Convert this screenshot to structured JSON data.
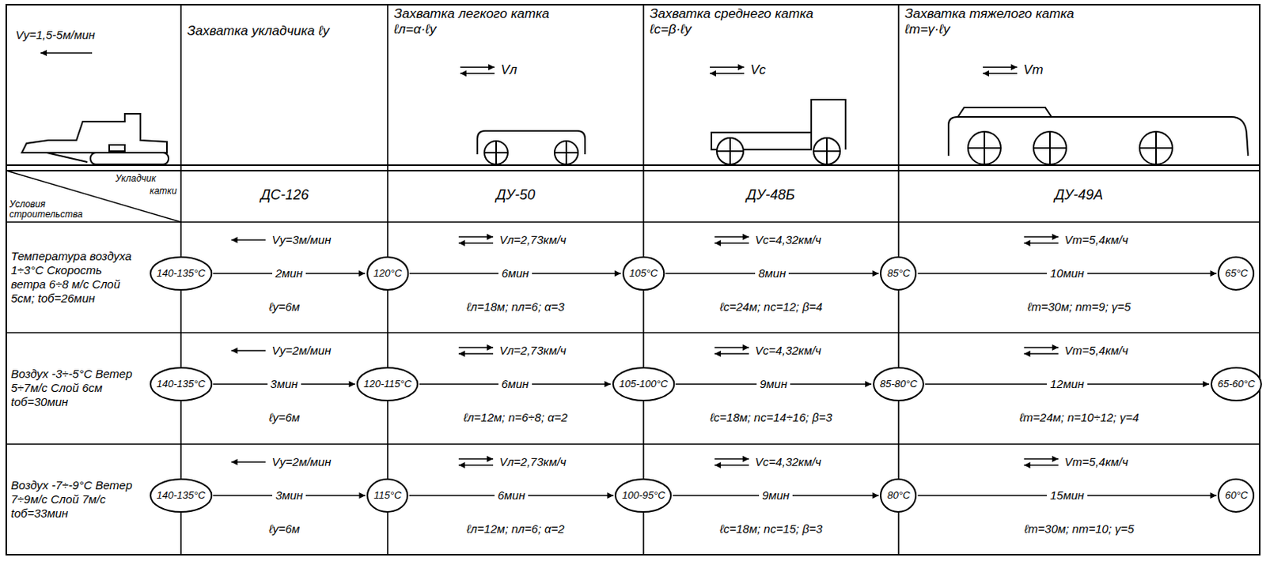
{
  "diagram": {
    "nodes": [
      {
        "text": [
          "140-135°С"
        ]
      },
      {
        "text": [
          "120°С"
        ]
      },
      {
        "text": [
          "105°С"
        ]
      },
      {
        "text": [
          "85°С"
        ]
      },
      {
        "text": [
          "65°С"
        ]
      },
      {
        "text": [
          "140-135°С"
        ]
      },
      {
        "text": [
          "120-115°С"
        ]
      },
      {
        "text": [
          "105-100°С"
        ]
      },
      {
        "text": [
          "85-80°С"
        ]
      },
      {
        "text": [
          "65-60°С"
        ]
      },
      {
        "text": [
          "140-135°С"
        ]
      },
      {
        "text": [
          "115°С"
        ]
      },
      {
        "text": [
          "100-95°С"
        ]
      },
      {
        "text": [
          "80°С"
        ]
      },
      {
        "text": [
          "60°С"
        ]
      }
    ],
    "edges": [
      {
        "from": 0,
        "to": 1,
        "arrow": "to",
        "label": "2мин"
      },
      {
        "from": 1,
        "to": 2,
        "arrow": "to",
        "label": "6мин"
      },
      {
        "from": 2,
        "to": 3,
        "arrow": "to",
        "label": "8мин"
      },
      {
        "from": 3,
        "to": 4,
        "arrow": "to",
        "label": "10мин"
      },
      {
        "from": 5,
        "to": 6,
        "arrow": "to",
        "label": "3мин"
      },
      {
        "from": 6,
        "to": 7,
        "arrow": "to",
        "label": "6мин"
      },
      {
        "from": 7,
        "to": 8,
        "arrow": "to",
        "label": "9мин"
      },
      {
        "from": 8,
        "to": 9,
        "arrow": "to",
        "label": "12мин"
      },
      {
        "from": 10,
        "to": 11,
        "arrow": "to",
        "label": "3мин"
      },
      {
        "from": 11,
        "to": 12,
        "arrow": "to",
        "label": "6мин"
      },
      {
        "from": 12,
        "to": 13,
        "arrow": "to",
        "label": "9мин"
      },
      {
        "from": 13,
        "to": 14,
        "arrow": "to",
        "label": "15мин"
      }
    ],
    "labels": [
      "Vу=1,5-5м/мин",
      "Захватка укладчика ℓу",
      "Захватка легкого катка ℓл=α·ℓу",
      "Vл",
      "Захватка среднего катка ℓс=β·ℓу",
      "Vс",
      "Захватка тяжелого катка ℓт=γ·ℓу",
      "Vт",
      "Укладчик",
      "катки",
      "Условия строительства",
      "ДС-126",
      "ДУ-50",
      "ДУ-48Б",
      "ДУ-49А",
      "Температура воздуха 1÷3°С Скорость ветра 6÷8 м/с Слой 5см; tоб=26мин",
      "Vу=3м/мин",
      "ℓу=6м",
      "Vл=2,73км/ч",
      "ℓл=18м; nл=6; α=3",
      "Vс=4,32км/ч",
      "ℓс=24м; nс=12; β=4",
      "Vт=5,4км/ч",
      "ℓт=30м; nт=9; γ=5",
      "Воздух -3÷-5°С Ветер 5÷7м/с Слой 6см tоб=30мин",
      "Vу=2м/мин",
      "ℓу=6м",
      "Vл=2,73км/ч",
      "ℓл=12м; n=6÷8; α=2",
      "Vс=4,32км/ч",
      "ℓс=18м; nс=14÷16; β=3",
      "Vт=5,4км/ч",
      "ℓт=24м; n=10÷12; γ=4",
      "Воздух -7÷-9°С Ветер 7÷9м/с Слой 7м/с tоб=33мин",
      "Vу=2м/мин",
      "ℓу=6м",
      "Vл=2,73км/ч",
      "ℓл=12м; nл=6; α=2",
      "Vс=4,32км/ч",
      "ℓс=18м; nс=15; β=3",
      "Vт=5,4км/ч",
      "ℓт=30м; nт=10; γ=5"
    ]
  }
}
